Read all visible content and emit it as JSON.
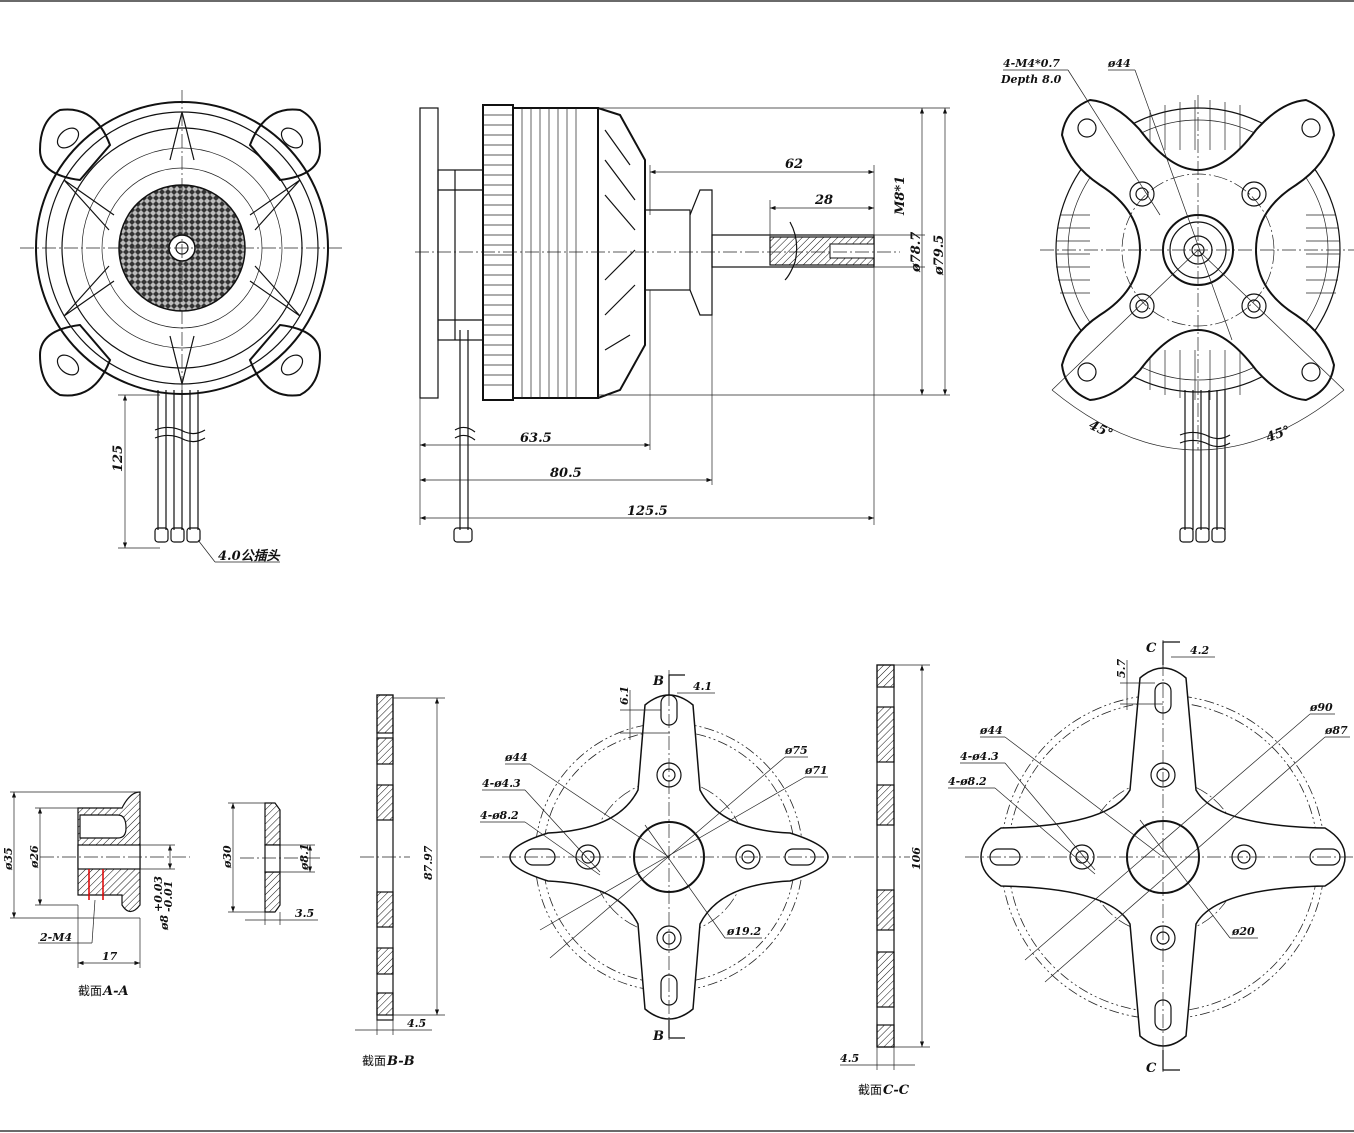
{
  "views": {
    "front": {
      "lead_length": "125",
      "connector_note": "4.0公插头"
    },
    "side": {
      "shaft_length": "62",
      "keyway_length": "28",
      "thread": "M8*1",
      "diameter_inner": "ø78.7",
      "diameter_outer": "ø79.5",
      "length_a": "63.5",
      "length_b": "80.5",
      "length_total": "125.5"
    },
    "rear": {
      "tapped_holes": "4-M4*0.7",
      "tap_depth": "Depth  8.0",
      "bolt_circle": "ø44",
      "angle_left": "45°",
      "angle_right": "45°"
    }
  },
  "sections": {
    "aa": {
      "outer_dia": "ø35",
      "inner_dia": "ø26",
      "thread": "2-M4",
      "length": "17",
      "bore": "ø8",
      "tol_upper": "+0.03",
      "tol_lower": "-0.01",
      "caption_prefix": "截面",
      "caption_label": "A-A"
    },
    "collar": {
      "outer_dia": "ø30",
      "inner_dia": "ø8.1",
      "thickness": "3.5"
    },
    "bb": {
      "height": "87.97",
      "thickness": "4.5",
      "caption_prefix": "截面",
      "caption_label": "B-B"
    },
    "cc": {
      "height": "106",
      "thickness": "4.5",
      "caption_prefix": "截面",
      "caption_label": "C-C"
    }
  },
  "mount_small": {
    "marker_top": "B",
    "marker_bottom": "B",
    "offset_x": "4.1",
    "offset_y": "6.1",
    "bolt_circle": "ø44",
    "inner_holes": "4-ø4.3",
    "outer_holes": "4-ø8.2",
    "dia_75": "ø75",
    "dia_71": "ø71",
    "center_hole": "ø19.2"
  },
  "mount_large": {
    "marker_top": "C",
    "marker_bottom": "C",
    "offset_x": "4.2",
    "offset_y": "5.7",
    "bolt_circle": "ø44",
    "inner_holes": "4-ø4.3",
    "outer_holes": "4-ø8.2",
    "dia_90": "ø90",
    "dia_87": "ø87",
    "center_hole": "ø20"
  }
}
